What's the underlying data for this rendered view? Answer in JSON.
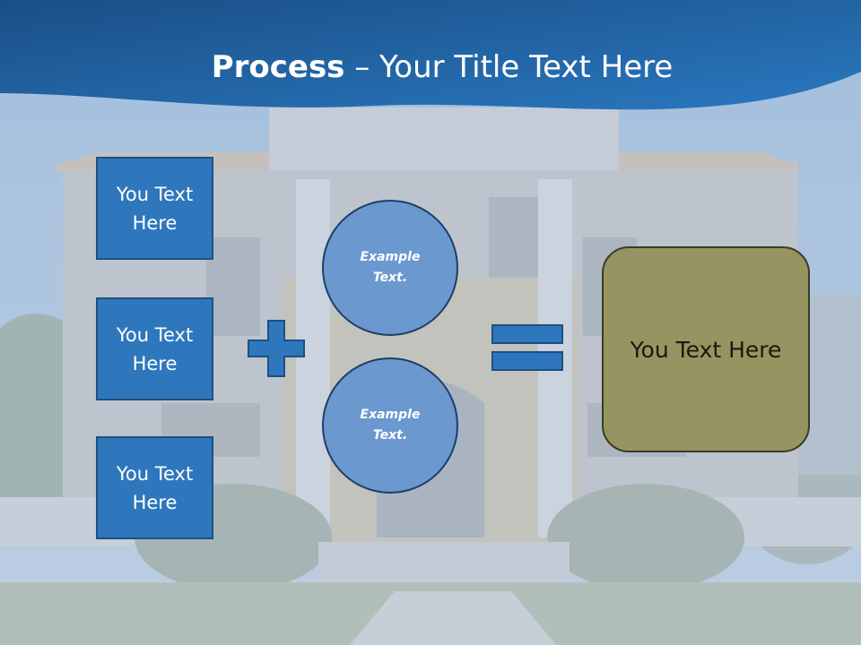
{
  "title": {
    "bold": "Process",
    "rest": " – Your Title Text Here"
  },
  "left_boxes": [
    {
      "label": "You Text Here"
    },
    {
      "label": "You Text Here"
    },
    {
      "label": "You Text Here"
    }
  ],
  "circles": [
    {
      "label": "Example Text."
    },
    {
      "label": "Example Text."
    }
  ],
  "operators": {
    "plus": "plus-icon",
    "equals": "equals-icon"
  },
  "result": {
    "label": "You Text Here"
  },
  "colors": {
    "header": "#1f5a96",
    "box_fill": "#2f77bd",
    "circle_fill": "#6b98cf",
    "result_fill": "#969460"
  }
}
